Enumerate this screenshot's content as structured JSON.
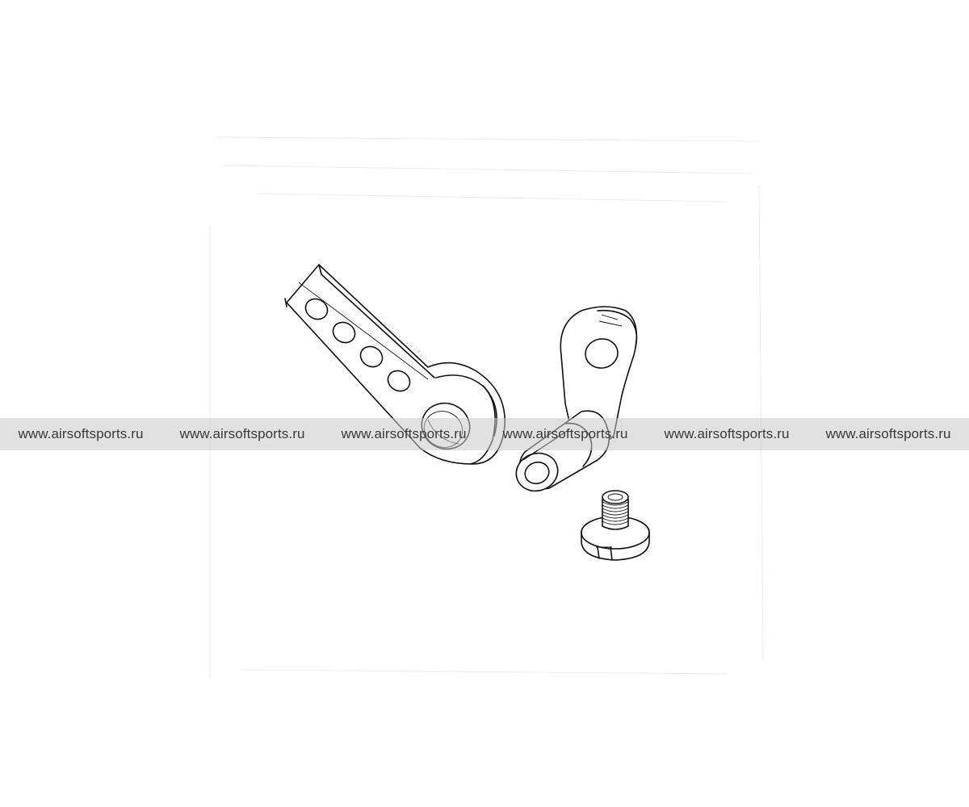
{
  "watermark": {
    "items": [
      "www.airsoftsports.ru",
      "www.airsoftsports.ru",
      "www.airsoftsports.ru",
      "www.airsoftsports.ru",
      "www.airsoftsports.ru",
      "www.airsoftsports.ru"
    ]
  },
  "colors": {
    "line": "#111111",
    "band": "#c8c8c8",
    "watermark_text": "#3a3a3a"
  }
}
